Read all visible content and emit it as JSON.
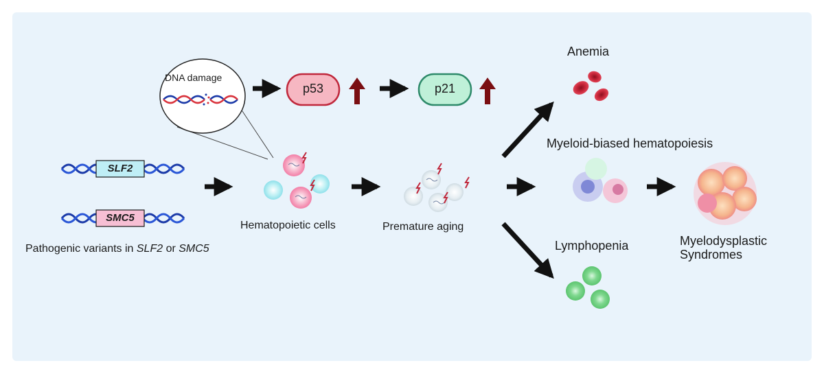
{
  "labels": {
    "dna_damage": "DNA damage",
    "p53": "p53",
    "p21": "p21",
    "slf2": "SLF2",
    "smc5": "SMC5",
    "pathogenic_prefix": "Pathogenic variants in ",
    "pathogenic_gene1": "SLF2",
    "pathogenic_or": " or ",
    "pathogenic_gene2": "SMC5",
    "hematopoietic_cells": "Hematopoietic cells",
    "premature_aging": "Premature aging",
    "anemia": "Anemia",
    "myeloid_biased": "Myeloid-biased hematopoiesis",
    "lymphopenia": "Lymphopenia",
    "mds_line1": "Myelodysplastic",
    "mds_line2": "Syndromes"
  },
  "colors": {
    "background": "#e9f3fb",
    "p53_fill": "#f6b7c2",
    "p53_border": "#c0283c",
    "p21_fill": "#bff0d8",
    "p21_border": "#2e8a6a",
    "up_arrow": "#7a0e12",
    "dna_blue": "#1b3aa8",
    "slf2_box": "#bfeef6",
    "smc5_box": "#f7bfd4"
  }
}
